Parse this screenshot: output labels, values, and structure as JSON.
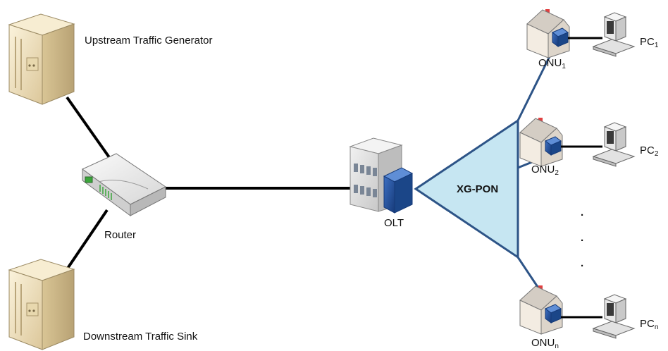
{
  "labels": {
    "upstream": "Upstream Traffic Generator",
    "downstream": "Downstream Traffic Sink",
    "router": "Router",
    "olt": "OLT",
    "xgpon": "XG-PON",
    "onu_base": "ONU",
    "pc_base": "PC",
    "sub1": "1",
    "sub2": "2",
    "subn": "n",
    "ellipsis": "."
  },
  "colors": {
    "link_black": "#000000",
    "fiber_blue": "#2d5487",
    "splitter_fill": "#c6e6f2",
    "splitter_stroke": "#2d5487",
    "server_front": "#efe2c0",
    "server_side": "#d7c49a",
    "device_blue": "#1f4e9c",
    "house_wall": "#f0e8de",
    "house_roof": "#cfc8c0",
    "house_chimney": "#e04040",
    "pc_body": "#e9e9e9"
  }
}
